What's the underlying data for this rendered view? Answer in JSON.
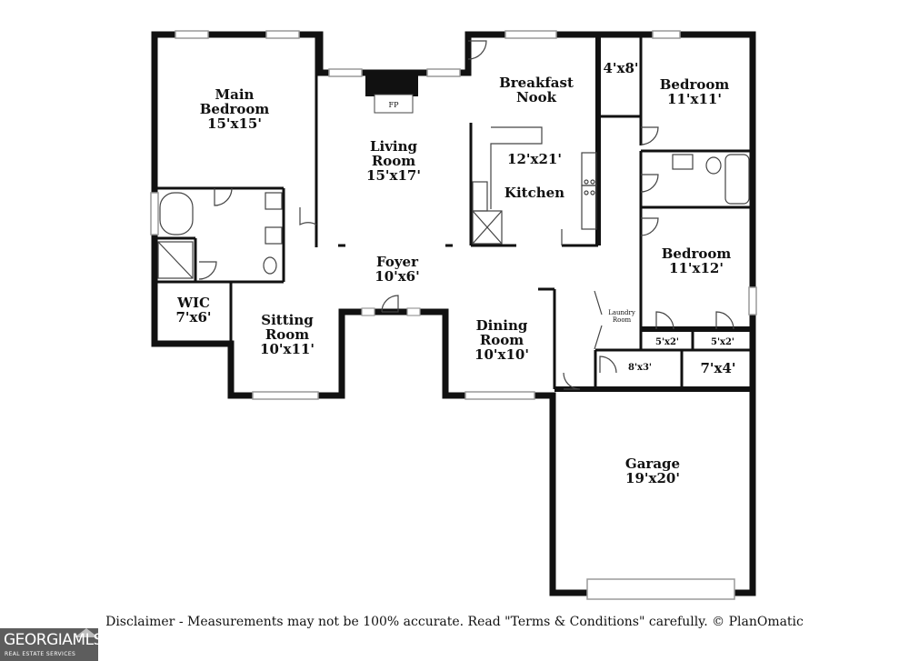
{
  "rooms": {
    "main_bedroom": {
      "name": "Main Bedroom",
      "line1": "Main",
      "line2": "Bedroom",
      "size": "15'x15'"
    },
    "living_room": {
      "line1": "Living",
      "line2": "Room",
      "size": "15'x17'"
    },
    "fireplace": {
      "label": "FP"
    },
    "breakfast_nook": {
      "line1": "Breakfast",
      "line2": "Nook"
    },
    "closet_4x8": {
      "size": "4'x8'"
    },
    "bedroom_2": {
      "name": "Bedroom",
      "size": "11'x11'"
    },
    "kitchen": {
      "name": "Kitchen",
      "size": "12'x21'"
    },
    "bedroom_3": {
      "name": "Bedroom",
      "size": "11'x12'"
    },
    "foyer": {
      "name": "Foyer",
      "size": "10'x6'"
    },
    "wic": {
      "name": "WIC",
      "size": "7'x6'"
    },
    "sitting_room": {
      "line1": "Sitting",
      "line2": "Room",
      "size": "10'x11'"
    },
    "dining_room": {
      "line1": "Dining",
      "line2": "Room",
      "size": "10'x10'"
    },
    "laundry": {
      "line1": "Laundry",
      "line2": "Room"
    },
    "closet_5x2_a": {
      "size": "5'x2'"
    },
    "closet_5x2_b": {
      "size": "5'x2'"
    },
    "closet_8x3": {
      "size": "8'x3'"
    },
    "closet_7x4": {
      "size": "7'x4'"
    },
    "garage": {
      "name": "Garage",
      "size": "19'x20'"
    }
  },
  "footer": {
    "disclaimer": "Disclaimer - Measurements may not be 100% accurate. Read \"Terms & Conditions\" carefully. © PlanOmatic"
  },
  "logo": {
    "main": "GEORGIAMLS",
    "sub": "REAL ESTATE SERVICES"
  },
  "colors": {
    "wall": "#111111",
    "window": "#9a9a9a",
    "fixture": "#444444",
    "logo_bg": "#5d5d5d"
  }
}
